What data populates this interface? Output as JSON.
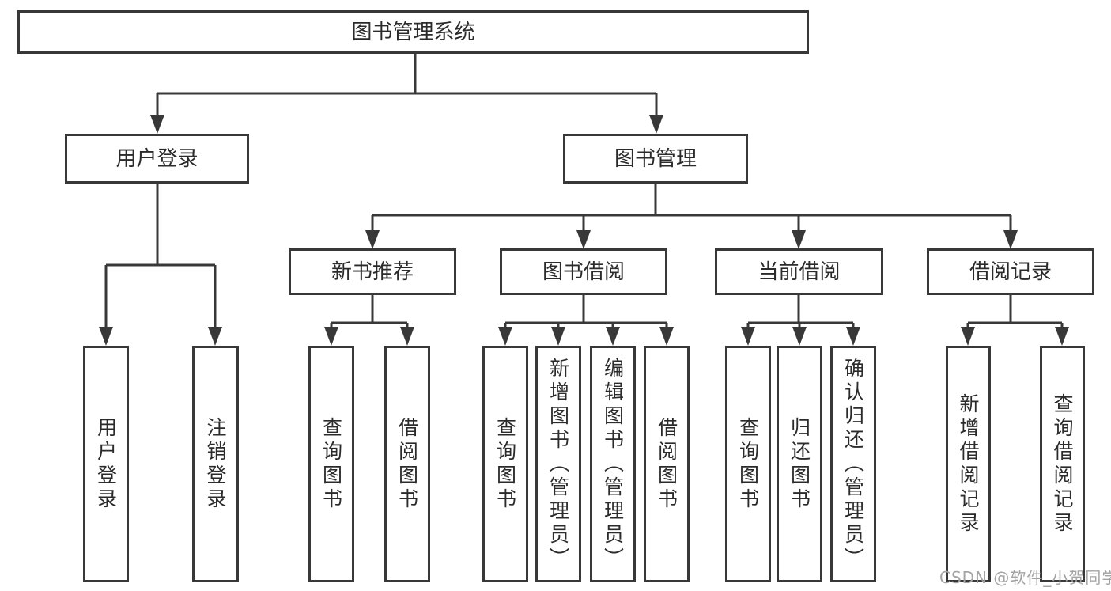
{
  "diagram": {
    "root": "图书管理系统",
    "level2": [
      "用户登录",
      "图书管理"
    ],
    "level3": [
      "新书推荐",
      "图书借阅",
      "当前借阅",
      "借阅记录"
    ],
    "leaves": {
      "login": [
        "用户登录",
        "注销登录"
      ],
      "recommend": [
        "查询图书",
        "借阅图书"
      ],
      "borrow": [
        "查询图书",
        "新增图书（管理员）",
        "编辑图书（管理员）",
        "借阅图书"
      ],
      "current": [
        "查询图书",
        "归还图书",
        "确认归还（管理员）"
      ],
      "records": [
        "新增借阅记录",
        "查询借阅记录"
      ]
    }
  },
  "watermark": "CSDN @软件_小贺同学",
  "colors": {
    "line": "#383838",
    "text": "#2b2b2b",
    "watermark": "#a3a3a3",
    "background": "#ffffff"
  }
}
